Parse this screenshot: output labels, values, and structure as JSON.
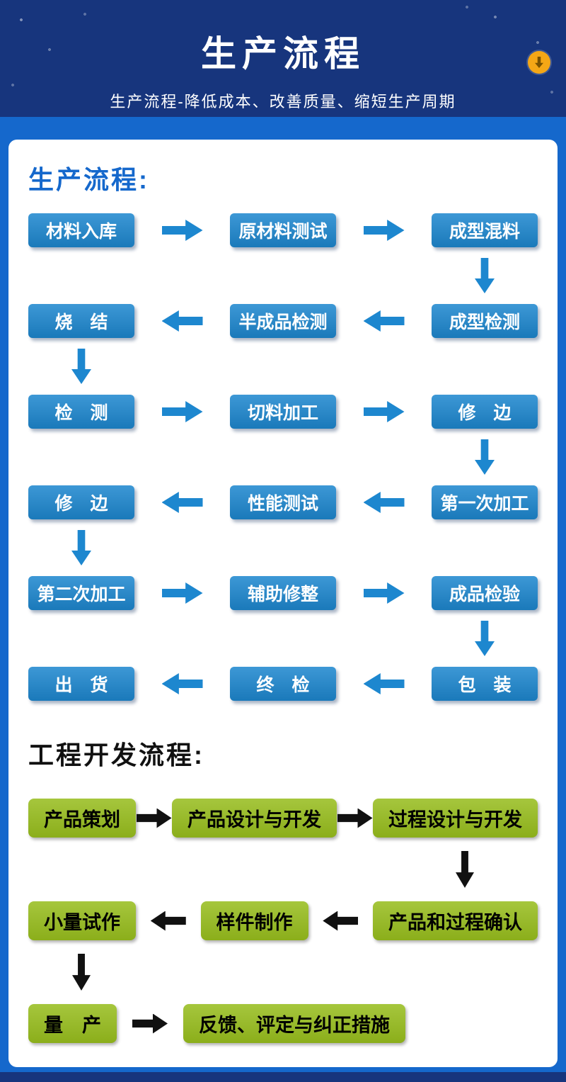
{
  "colors": {
    "header_bg": "#17357d",
    "frame_blue": "#1568cc",
    "box_blue": "#1d87cf",
    "heading_blue": "#1568cc",
    "box_green": "#97bd1d",
    "arrow_black": "#111111",
    "icon_gold": "#f5a716",
    "icon_arrow": "#7a5200"
  },
  "header": {
    "title": "生产流程",
    "subtitle": "生产流程-降低成本、改善质量、缩短生产周期"
  },
  "production_flow": {
    "heading": "生产流程:",
    "rows": [
      {
        "direction": "right",
        "boxes": [
          "材料入库",
          "原材料测试",
          "成型混料"
        ]
      },
      {
        "direction": "left",
        "boxes": [
          "烧　结",
          "半成品检测",
          "成型检测"
        ]
      },
      {
        "direction": "right",
        "boxes": [
          "检　测",
          "切料加工",
          "修　边"
        ]
      },
      {
        "direction": "left",
        "boxes": [
          "修　边",
          "性能测试",
          "第一次加工"
        ]
      },
      {
        "direction": "right",
        "boxes": [
          "第二次加工",
          "辅助修整",
          "成品检验"
        ]
      },
      {
        "direction": "left",
        "boxes": [
          "出　货",
          "终　检",
          "包　装"
        ]
      }
    ],
    "connectors": [
      "down-right",
      "down-left",
      "down-right",
      "down-left",
      "down-right"
    ]
  },
  "engineering_flow": {
    "heading": "工程开发流程:",
    "rows": [
      {
        "direction": "right",
        "boxes": [
          "产品策划",
          "产品设计与开发",
          "过程设计与开发"
        ]
      },
      {
        "direction": "left",
        "boxes": [
          "小量试作",
          "样件制作",
          "产品和过程确认"
        ]
      },
      {
        "direction": "right",
        "boxes": [
          "量　产",
          "反馈、评定与纠正措施"
        ]
      }
    ],
    "connectors": [
      "down-right",
      "down-left"
    ]
  }
}
